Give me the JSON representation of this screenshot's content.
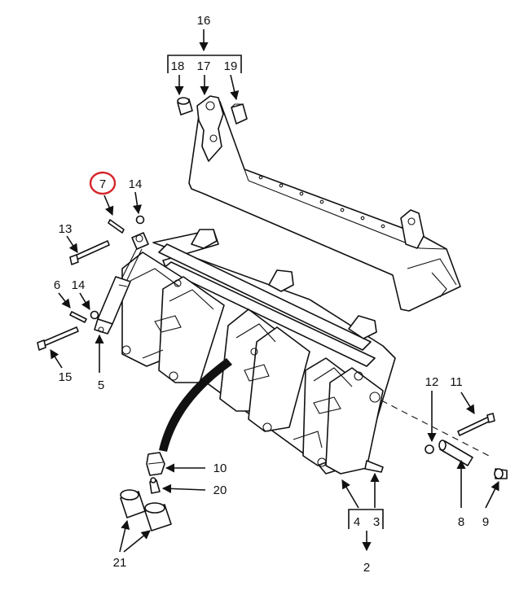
{
  "highlight_color": "#d6262b",
  "line_color": "#111111",
  "callouts": {
    "c16": "16",
    "c18": "18",
    "c17": "17",
    "c19": "19",
    "c7": "7",
    "c14a": "14",
    "c13": "13",
    "c6": "6",
    "c14b": "14",
    "c15": "15",
    "c5": "5",
    "c12": "12",
    "c11": "11",
    "c10": "10",
    "c20": "20",
    "c21": "21",
    "c4": "4",
    "c3": "3",
    "c2": "2",
    "c8": "8",
    "c9": "9"
  },
  "highlighted_callout": "7"
}
